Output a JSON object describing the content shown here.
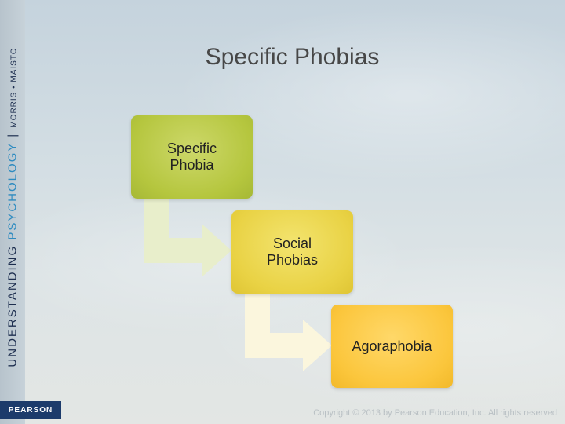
{
  "sidebar": {
    "understanding": "UNDERSTANDING",
    "psychology": "PSYCHOLOGY",
    "separator": "|",
    "authors": "MORRIS • MAISTO"
  },
  "footer": {
    "publisher": "PEARSON",
    "copyright": "Copyright © 2013 by Pearson Education, Inc. All rights reserved"
  },
  "title": "Specific Phobias",
  "diagram": {
    "steps": [
      {
        "label": "Specific\nPhobia",
        "color": "#b5c63e"
      },
      {
        "label": "Social\nPhobias",
        "color": "#e9d244"
      },
      {
        "label": "Agoraphobia",
        "color": "#fbc63c"
      }
    ],
    "connector_colors": [
      "#e8eecb",
      "#fbf6dd"
    ]
  }
}
